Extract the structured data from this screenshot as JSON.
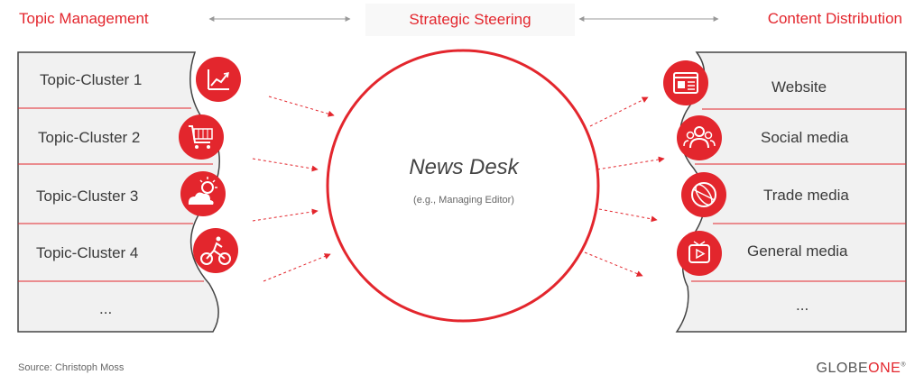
{
  "header": {
    "left": "Topic Management",
    "center": "Strategic Steering",
    "right": "Content Distribution"
  },
  "topic_clusters": [
    {
      "label": "Topic-Cluster 1",
      "icon": "line-chart-icon"
    },
    {
      "label": "Topic-Cluster 2",
      "icon": "shopping-cart-icon"
    },
    {
      "label": "Topic-Cluster 3",
      "icon": "sun-cloud-icon"
    },
    {
      "label": "Topic-Cluster 4",
      "icon": "cyclist-icon"
    },
    {
      "label": "...",
      "icon": ""
    }
  ],
  "channels": [
    {
      "label": "Website",
      "icon": "browser-window-icon"
    },
    {
      "label": "Social media",
      "icon": "people-group-icon"
    },
    {
      "label": "Trade media",
      "icon": "globe-icon"
    },
    {
      "label": "General media",
      "icon": "tv-play-icon"
    },
    {
      "label": "...",
      "icon": ""
    }
  ],
  "center": {
    "title": "News Desk",
    "subtitle": "(e.g., Managing Editor)"
  },
  "footer": {
    "source": "Source: Christoph Moss",
    "logo_main": "GLOBE",
    "logo_accent": "ONE",
    "logo_mark": "®"
  },
  "colors": {
    "accent": "#e3262d",
    "panel": "#f1f1f1",
    "text": "#3a3a3a"
  }
}
